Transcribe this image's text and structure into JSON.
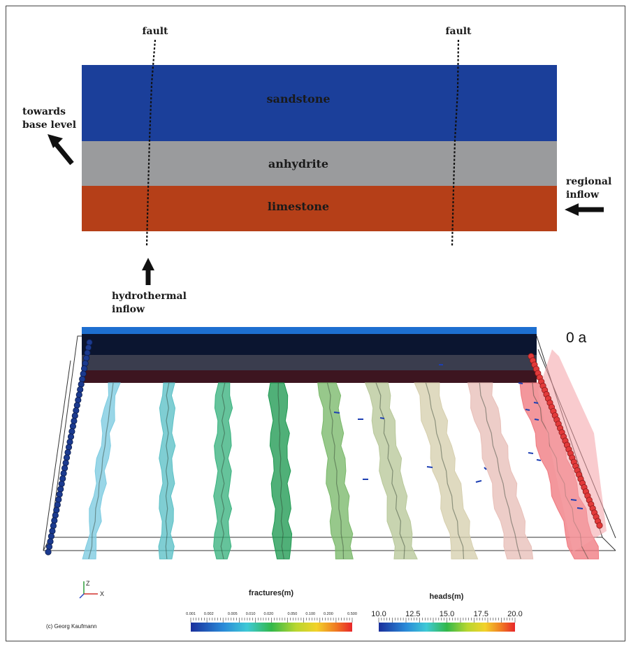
{
  "cross_section": {
    "layers": [
      {
        "name": "sandstone",
        "color": "#1b3f9a",
        "text_color": "#ffffff"
      },
      {
        "name": "anhydrite",
        "color": "#9a9b9d",
        "text_color": "#222222"
      },
      {
        "name": "limestone",
        "color": "#b53f18",
        "text_color": "#1e1e1e"
      }
    ],
    "fault_labels": [
      "fault",
      "fault"
    ],
    "arrows": {
      "base_level": [
        "towards",
        "base level"
      ],
      "regional": [
        "regional",
        "inflow"
      ],
      "hydrothermal": [
        "hydrothermal",
        "inflow"
      ]
    }
  },
  "model3d": {
    "time_label": "0 a",
    "copyright": "(c) Georg Kaufmann",
    "axis_labels": {
      "z": "Z",
      "x": "X"
    },
    "fracture_colors": [
      "#7ccbe0",
      "#5bc0c6",
      "#3ab27f",
      "#1f9a52",
      "#7ab86a",
      "#b8c89a",
      "#d6cfae",
      "#e8bfb8",
      "#f07a80"
    ]
  },
  "legend_fractures": {
    "title": "fractures(m)",
    "ticks": [
      "0.001",
      "0.002",
      "0.005",
      "0.010",
      "0.020",
      "0.050",
      "0.100",
      "0.200",
      "0.500"
    ]
  },
  "legend_heads": {
    "title": "heads(m)",
    "ticks": [
      "10.0",
      "12.5",
      "15.0",
      "17.5",
      "20.0"
    ]
  }
}
